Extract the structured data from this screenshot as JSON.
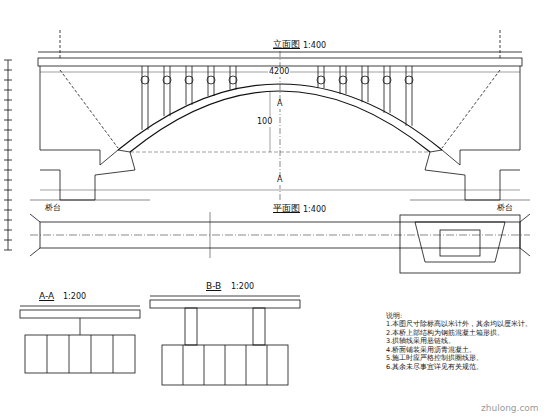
{
  "diagram": {
    "labels": [
      "立面图",
      "1:400",
      "平面图",
      "1:400",
      "A-A",
      "1:200",
      "B-B",
      "1:200",
      "A",
      "A",
      "桥台",
      "桥台",
      "100",
      "4200",
      "zhulong.com",
      "说明:",
      "1.本图尺寸除标高以米计外，其余均以厘米计。",
      "2.本桥上部结构为钢筋混凝土箱形拱。",
      "3.拱轴线采用悬链线。",
      "4.桥面铺装采用沥青混凝土。",
      "5.施工时应严格控制拱圈线形。",
      "6.其余未尽事宜详见有关规范。"
    ]
  }
}
